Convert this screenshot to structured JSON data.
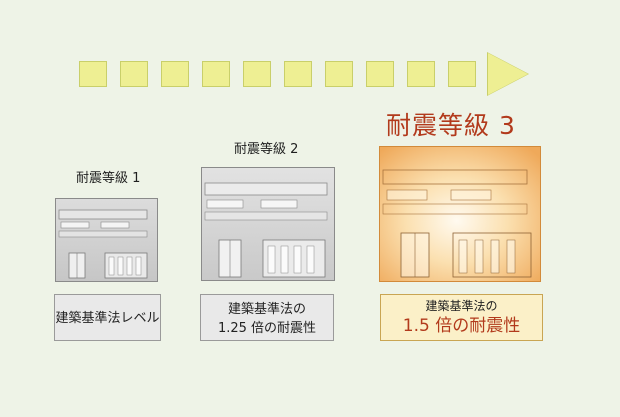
{
  "progress_arrow": {
    "icon": "arrow-right-icon",
    "color": "#eeef93",
    "squares": 10
  },
  "levels": [
    {
      "label": "耐震等級 1",
      "caption_lines": [
        "建築基準法レベル"
      ]
    },
    {
      "label": "耐震等級 2",
      "caption_lines": [
        "建築基準法の",
        "1.25 倍の耐震性"
      ]
    },
    {
      "label": "耐震等級 3",
      "caption_lines": [
        "建築基準法の",
        "1.5 倍の耐震性"
      ],
      "highlight_color": "#b23a1c"
    }
  ]
}
